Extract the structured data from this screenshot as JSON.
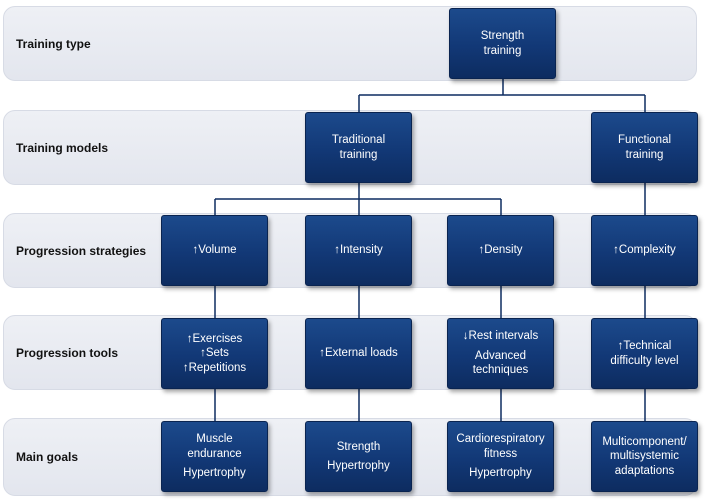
{
  "rows": {
    "training_type": "Training type",
    "training_models": "Training models",
    "progression_strategies": "Progression strategies",
    "progression_tools": "Progression tools",
    "main_goals": "Main goals"
  },
  "nodes": {
    "strength_training": "Strength\ntraining",
    "traditional_training": "Traditional\ntraining",
    "functional_training": "Functional\ntraining",
    "volume": "↑Volume",
    "intensity": "↑Intensity",
    "density": "↑Density",
    "complexity": "↑Complexity",
    "tools_volume": "↑Exercises\n↑Sets\n↑Repetitions",
    "tools_intensity": "↑External loads",
    "tools_density_1": "↓Rest intervals",
    "tools_density_2": "Advanced\ntechniques",
    "tools_complexity": "↑Technical\ndifficulty level",
    "goal_volume_1": "Muscle\nendurance",
    "goal_volume_2": "Hypertrophy",
    "goal_intensity_1": "Strength",
    "goal_intensity_2": "Hypertrophy",
    "goal_density_1": "Cardiorespiratory\nfitness",
    "goal_density_2": "Hypertrophy",
    "goal_complexity": "Multicomponent/\nmultisystemic\nadaptations"
  },
  "colors": {
    "node_fill": "#123876",
    "band_fill": "#e8ebf2",
    "connector": "#0d2c60"
  }
}
